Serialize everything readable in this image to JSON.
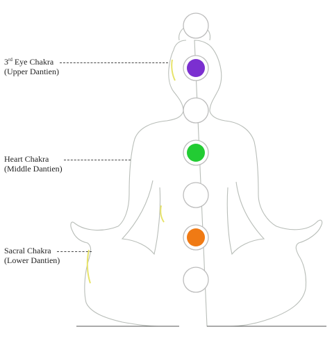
{
  "labels": {
    "third_eye": {
      "prefix": "3",
      "sup": "rd",
      "title": " Eye Chakra",
      "sub": "(Upper Dantien)"
    },
    "heart": {
      "title": "Heart Chakra",
      "sub": "(Middle Dantien)"
    },
    "sacral": {
      "title": "Sacral Chakra",
      "sub": "(Lower Dantien)"
    }
  },
  "colors": {
    "outline": "#b8bdb8",
    "circle_stroke": "#bcbcbc",
    "third_eye": "#7b2fd0",
    "heart": "#22cc33",
    "sacral": "#f07a14",
    "highlight": "#e7e36a",
    "ground": "#555555"
  },
  "chakras": [
    {
      "name": "crown",
      "filled": false
    },
    {
      "name": "third-eye",
      "filled": true,
      "color": "#7b2fd0"
    },
    {
      "name": "throat",
      "filled": false
    },
    {
      "name": "heart",
      "filled": true,
      "color": "#22cc33"
    },
    {
      "name": "solar-plexus",
      "filled": false
    },
    {
      "name": "sacral",
      "filled": true,
      "color": "#f07a14"
    },
    {
      "name": "root",
      "filled": false
    }
  ]
}
